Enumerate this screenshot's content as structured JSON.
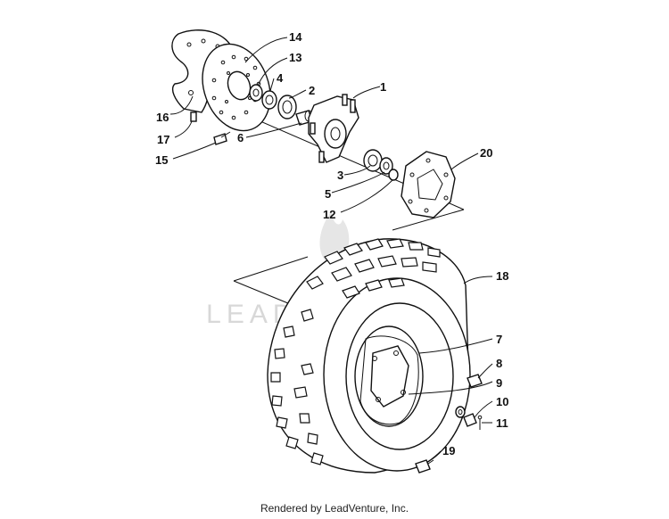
{
  "watermark": "LEADVENTURE",
  "footer": "Rendered by LeadVenture, Inc.",
  "callouts": {
    "p1": "1",
    "p2": "2",
    "p3": "3",
    "p4": "4",
    "p5": "5",
    "p6": "6",
    "p7": "7",
    "p8": "8",
    "p9": "9",
    "p10": "10",
    "p11": "11",
    "p12": "12",
    "p13": "13",
    "p14": "14",
    "p15": "15",
    "p16": "16",
    "p17": "17",
    "p18": "18",
    "p19": "19",
    "p20": "20"
  }
}
